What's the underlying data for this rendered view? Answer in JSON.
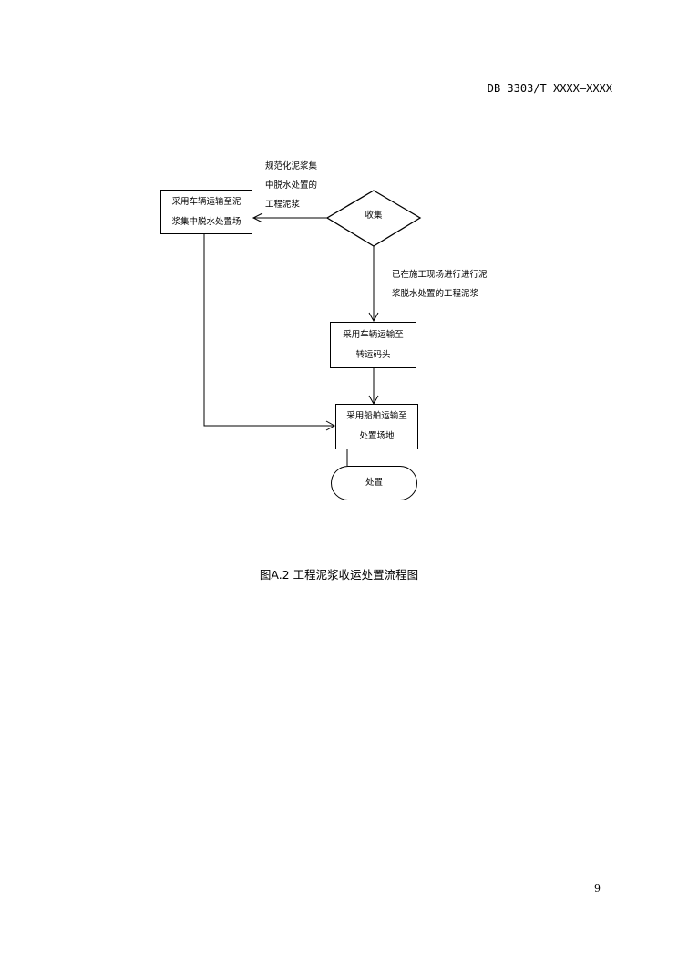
{
  "header": {
    "doc_code": "DB 3303/T XXXX—XXXX"
  },
  "flowchart": {
    "decision": "收集",
    "left_note": [
      "规范化泥浆集",
      "中脱水处置的",
      "工程泥浆"
    ],
    "left_box": [
      "采用车辆运输至泥",
      "浆集中脱水处置场"
    ],
    "down_note": [
      "已在施工现场进行进行泥",
      "浆脱水处置的工程泥浆"
    ],
    "box_transfer": [
      "采用车辆运输至",
      "转运码头"
    ],
    "box_ship": [
      "采用船舶运输至",
      "处置场地"
    ],
    "terminal": "处置"
  },
  "caption": "图A.2 工程泥浆收运处置流程图",
  "page_number": "9"
}
